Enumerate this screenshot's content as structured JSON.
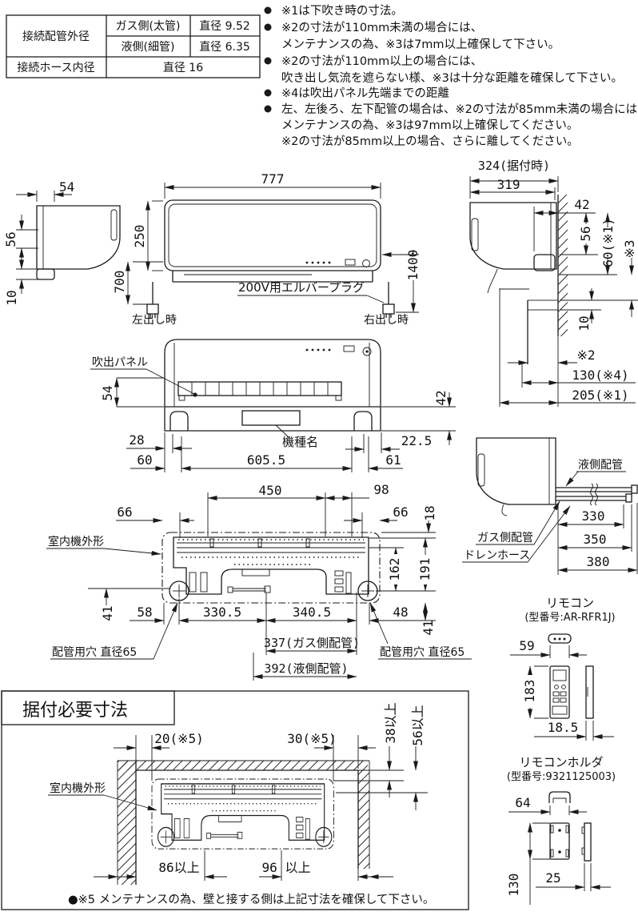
{
  "table": {
    "r1c1": "接続配管外径",
    "r1a_name": "ガス側(太管)",
    "r1a_val": "直径 9.52",
    "r1b_name": "液側(細管)",
    "r1b_val": "直径 6.35",
    "r2c1": "接続ホース内径",
    "r2val": "直径 16"
  },
  "notes": {
    "n1": "※1は下吹き時の寸法。",
    "n2a": "※2の寸法が110mm未満の場合には、",
    "n2b": "メンテナンスの為、※3は7mm以上確保して下さい。",
    "n3a": "※2の寸法が110mm以上の場合には、",
    "n3b": "吹き出し気流を遮らない様、※3は十分な距離を確保して下さい。",
    "n4": "※4は吹出パネル先端までの距離",
    "n5a": "左、左後ろ、左下配管の場合は、※2の寸法が85mm未満の場合には、",
    "n5b": "メンテナンスの為、※3は97mm以上確保してください。",
    "n5c": "※2の寸法が85mm以上の場合、さらに離してください。"
  },
  "top_views": {
    "left": {
      "d54": "54",
      "d56": "56",
      "d10": "10"
    },
    "front": {
      "d777": "777",
      "d250": "250",
      "d700": "700",
      "d1400": "1400",
      "left_out": "左出し時",
      "right_out": "右出し時",
      "plug": "200V用エルバープラグ"
    },
    "side": {
      "d324": "324(据付時)",
      "d319": "319",
      "d42": "42",
      "d56": "56",
      "d60": "60(※1)",
      "s3": "※3",
      "d10": "10",
      "s2": "※2",
      "d130": "130(※4)",
      "d205": "205(※1)"
    }
  },
  "panel_view": {
    "panel": "吹出パネル",
    "model": "機種名",
    "d54": "54",
    "d42": "42",
    "d28": "28",
    "d60": "60",
    "d6055": "605.5",
    "d61": "61",
    "d225": "22.5"
  },
  "rear_view": {
    "outline": "室内機外形",
    "d450": "450",
    "d98": "98",
    "d66a": "66",
    "d66b": "66",
    "d18": "18",
    "d162": "162",
    "d191": "191",
    "d41a": "41",
    "d58": "58",
    "d3305": "330.5",
    "d3405": "340.5",
    "d48": "48",
    "d41b": "41",
    "d337": "337(ガス側配管)",
    "d392": "392(液側配管)",
    "hole_l": "配管用穴 直径65",
    "hole_r": "配管用穴 直径65"
  },
  "pipe_view": {
    "liquid": "液側配管",
    "gas": "ガス側配管",
    "drain": "ドレンホース",
    "d330": "330",
    "d350": "350",
    "d380": "380"
  },
  "remote": {
    "title": "リモコン",
    "model": "(型番号:AR-RFR1J)",
    "d59": "59",
    "d183": "183",
    "d185": "18.5"
  },
  "holder": {
    "title": "リモコンホルダ",
    "model": "(型番号:9321125003)",
    "d64": "64",
    "d130": "130",
    "d25": "25"
  },
  "install": {
    "title": "据付必要寸法",
    "outline": "室内機外形",
    "d20": "20(※5)",
    "d30": "30(※5)",
    "d38": "38以上",
    "d56": "56以上",
    "d86": "86以上",
    "d96": "96 以上",
    "note": "●※5 メンテナンスの為、壁と接する側は上記寸法を確保して下さい。"
  }
}
